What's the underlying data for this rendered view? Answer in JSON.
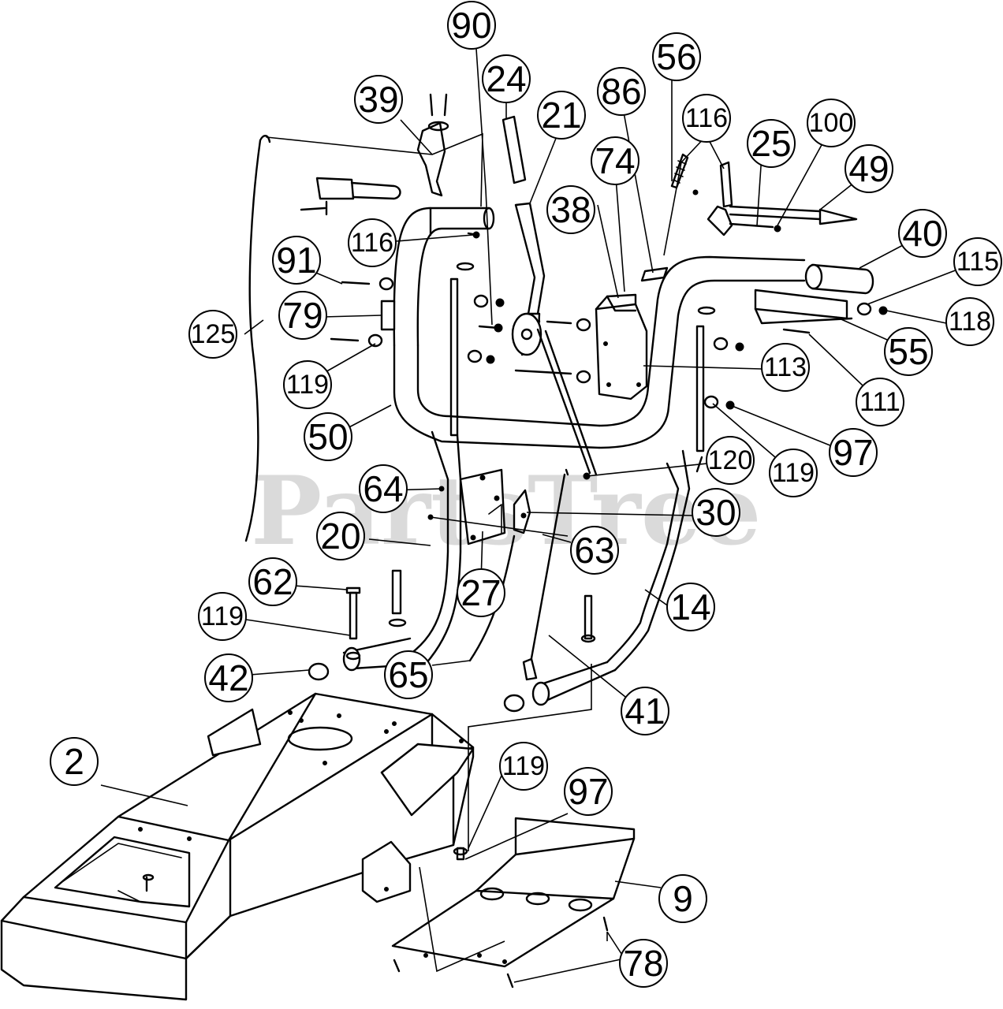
{
  "watermark": "PartsTree",
  "callouts": [
    {
      "id": "90"
    },
    {
      "id": "24"
    },
    {
      "id": "56"
    },
    {
      "id": "39"
    },
    {
      "id": "21"
    },
    {
      "id": "86"
    },
    {
      "id": "116"
    },
    {
      "id": "100"
    },
    {
      "id": "25"
    },
    {
      "id": "49"
    },
    {
      "id": "74"
    },
    {
      "id": "38"
    },
    {
      "id": "40"
    },
    {
      "id": "115"
    },
    {
      "id": "116"
    },
    {
      "id": "91"
    },
    {
      "id": "118"
    },
    {
      "id": "79"
    },
    {
      "id": "125"
    },
    {
      "id": "55"
    },
    {
      "id": "119"
    },
    {
      "id": "113"
    },
    {
      "id": "111"
    },
    {
      "id": "50"
    },
    {
      "id": "97"
    },
    {
      "id": "120"
    },
    {
      "id": "119"
    },
    {
      "id": "64"
    },
    {
      "id": "30"
    },
    {
      "id": "20"
    },
    {
      "id": "63"
    },
    {
      "id": "62"
    },
    {
      "id": "27"
    },
    {
      "id": "14"
    },
    {
      "id": "119"
    },
    {
      "id": "42"
    },
    {
      "id": "65"
    },
    {
      "id": "41"
    },
    {
      "id": "2"
    },
    {
      "id": "119"
    },
    {
      "id": "97"
    },
    {
      "id": "9"
    },
    {
      "id": "78"
    }
  ]
}
